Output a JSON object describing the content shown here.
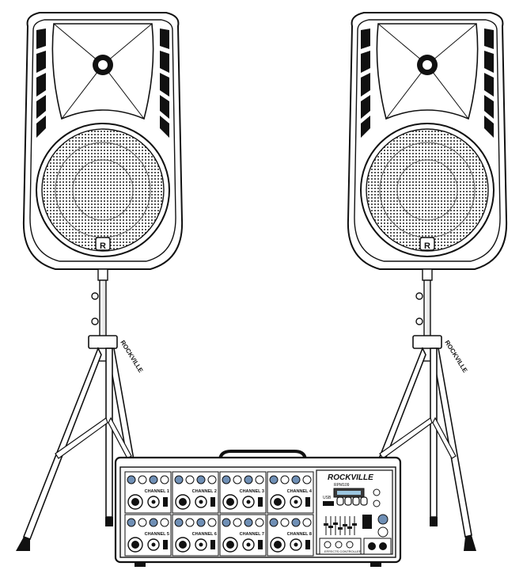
{
  "brand": "ROCKVILLE",
  "model": "RPM109",
  "speaker_badge": "R",
  "stand_brand": "ROCKVILLE",
  "mixer": {
    "channels": [
      {
        "label": "CHANNEL 1"
      },
      {
        "label": "CHANNEL 2"
      },
      {
        "label": "CHANNEL 3"
      },
      {
        "label": "CHANNEL 4"
      },
      {
        "label": "CHANNEL 5"
      },
      {
        "label": "CHANNEL 6"
      },
      {
        "label": "CHANNEL 7"
      },
      {
        "label": "CHANNEL 8"
      }
    ],
    "usb_label": "USB",
    "effects_label": "EFFECTS CONTROLLER"
  },
  "colors": {
    "outline": "#111111",
    "shell": "#ffffff",
    "knob": "#6f8fb5",
    "panel": "#f2f2f2"
  }
}
